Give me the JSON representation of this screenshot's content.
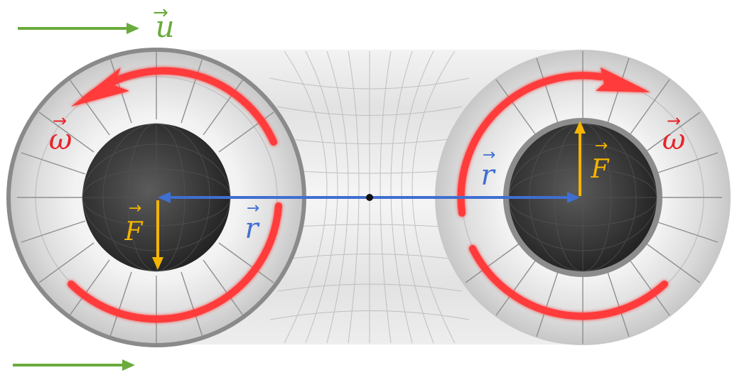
{
  "labels": {
    "u": "u",
    "omega_left": "ω",
    "omega_right": "ω",
    "r_left": "r",
    "r_right": "r",
    "F_left": "F",
    "F_right": "F",
    "vector_arrow": "→"
  },
  "colors": {
    "green": "#6aab3c",
    "red": "#ff3b3b",
    "red_text": "#e8242a",
    "blue": "#3f6fd1",
    "yellow": "#f4b400",
    "tube_light": "#dcdcdc",
    "tube_mid": "#c4c4c4",
    "ring_edge": "#8a8a8a",
    "core_dark": "#3a3a3a"
  },
  "elements": {
    "flow_arrows": 2,
    "vortex_rings": 2,
    "force_arrows": 2,
    "radius_vectors": 2,
    "center_point": "black-dot"
  }
}
